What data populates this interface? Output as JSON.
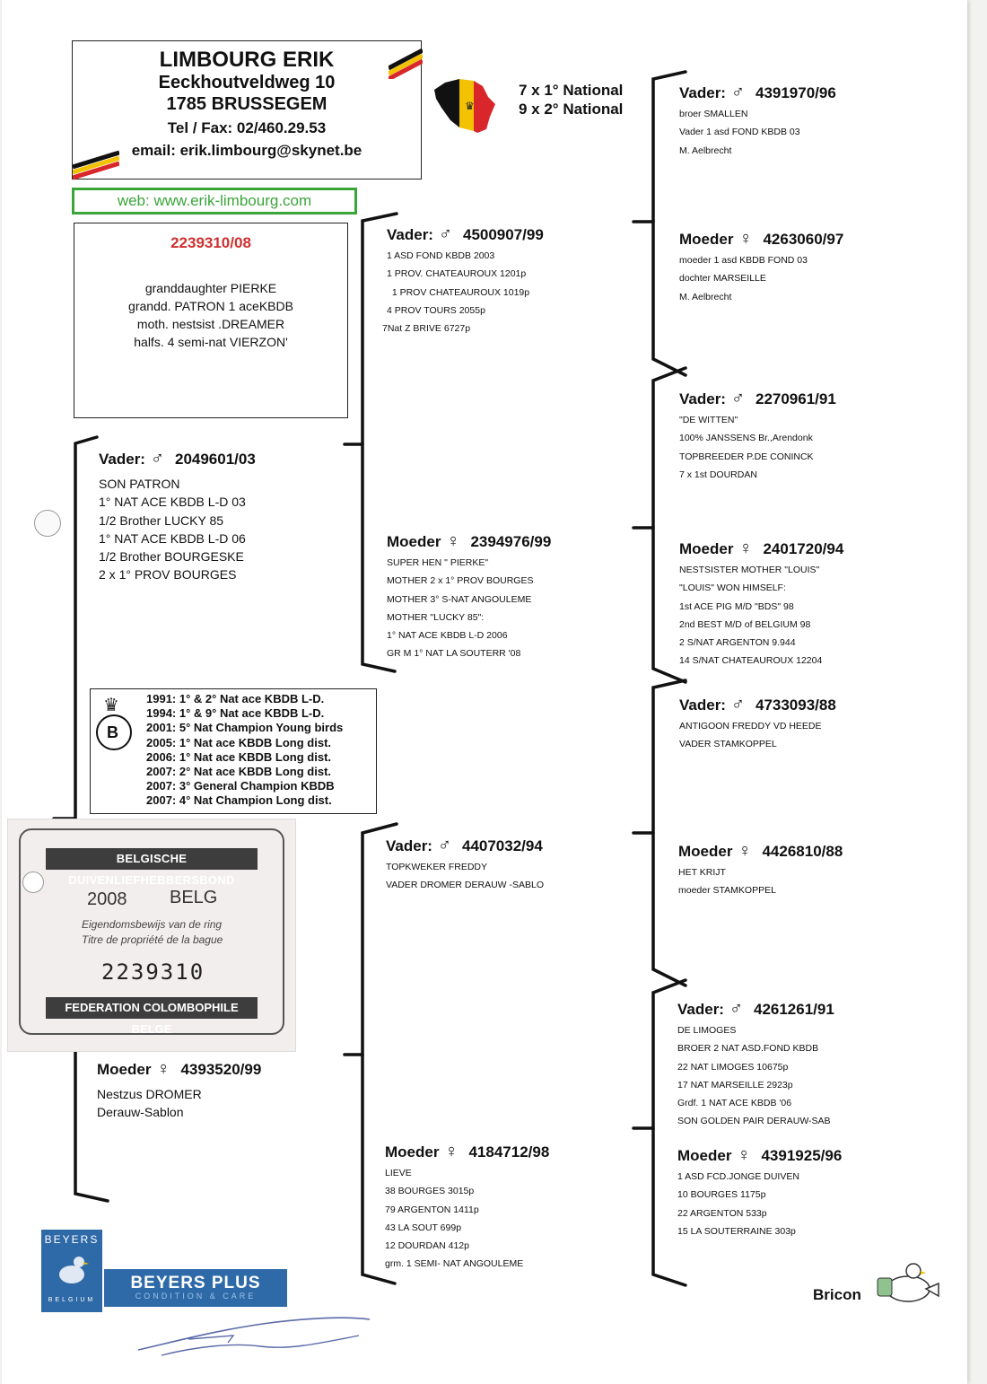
{
  "header": {
    "name": "LIMBOURG ERIK",
    "street": "Eeckhoutveldweg 10",
    "city": "1785 BRUSSEGEM",
    "tel": "Tel / Fax:  02/460.29.53",
    "email": "email: erik.limbourg@skynet.be"
  },
  "web": "web: www.erik-limbourg.com",
  "national": [
    "7 x 1° National",
    "9 x 2° National"
  ],
  "subject": {
    "ring": "2239310/08",
    "notes": [
      "granddaughter PIERKE",
      "grandd. PATRON 1 aceKBDB",
      "moth. nestsist .DREAMER",
      "halfs. 4 semi-nat VIERZON'"
    ]
  },
  "symbols": {
    "male": "♂",
    "female": "♀"
  },
  "gen1": {
    "sire": {
      "role": "Vader:",
      "ring": "2049601/03",
      "lines": [
        "SON PATRON",
        "1° NAT ACE KBDB L-D 03",
        "1/2 Brother LUCKY 85",
        "1° NAT ACE KBDB L-D 06",
        "1/2 Brother BOURGESKE",
        "2 x 1° PROV BOURGES"
      ]
    },
    "dam": {
      "role": "Moeder",
      "ring": "4393520/99",
      "lines": [
        "Nestzus DROMER",
        "Derauw-Sablon"
      ]
    }
  },
  "gen2": [
    {
      "role": "Vader:",
      "sex": "male",
      "ring": "4500907/99",
      "lines": [
        "1 ASD FOND KBDB 2003",
        "1 PROV. CHATEAUROUX 1201p",
        "  1 PROV CHATEAUROUX 1019p",
        "4 PROV TOURS 2055p",
        "7Nat Z BRIVE 6727p"
      ]
    },
    {
      "role": "Moeder",
      "sex": "female",
      "ring": "2394976/99",
      "lines": [
        "SUPER HEN \" PIERKE\"",
        "MOTHER 2 x 1° PROV BOURGES",
        "MOTHER 3° S-NAT ANGOULEME",
        "MOTHER \"LUCKY 85\":",
        "1° NAT ACE KBDB L-D 2006",
        "GR M 1° NAT LA SOUTERR '08"
      ]
    },
    {
      "role": "Vader:",
      "sex": "male",
      "ring": "4407032/94",
      "lines": [
        "TOPKWEKER FREDDY",
        "VADER DROMER DERAUW -SABLO"
      ]
    },
    {
      "role": "Moeder",
      "sex": "female",
      "ring": "4184712/98",
      "lines": [
        "LIEVE",
        "38 BOURGES 3015p",
        "79 ARGENTON 1411p",
        "43 LA SOUT 699p",
        "12 DOURDAN 412p",
        "grm. 1 SEMI- NAT ANGOULEME"
      ]
    }
  ],
  "gen3": [
    {
      "role": "Vader:",
      "sex": "male",
      "ring": "4391970/96",
      "lines": [
        "broer SMALLEN",
        "Vader 1 asd FOND KBDB 03",
        "M. Aelbrecht"
      ]
    },
    {
      "role": "Moeder",
      "sex": "female",
      "ring": "4263060/97",
      "lines": [
        "moeder 1 asd KBDB FOND 03",
        "dochter MARSEILLE",
        "M. Aelbrecht"
      ]
    },
    {
      "role": "Vader:",
      "sex": "male",
      "ring": "2270961/91",
      "lines": [
        "\"DE WITTEN\"",
        "100% JANSSENS Br.,Arendonk",
        "TOPBREEDER P.DE CONINCK",
        "7 x 1st DOURDAN"
      ]
    },
    {
      "role": "Moeder",
      "sex": "female",
      "ring": "2401720/94",
      "lines": [
        "NESTSISTER MOTHER \"LOUIS\"",
        "\"LOUIS\" WON HIMSELF:",
        "1st ACE PIG M/D \"BDS\" 98",
        "2nd BEST M/D of BELGIUM 98",
        "2 S/NAT ARGENTON 9.944",
        "14 S/NAT CHATEAUROUX 12204"
      ]
    },
    {
      "role": "Vader:",
      "sex": "male",
      "ring": "4733093/88",
      "lines": [
        "ANTIGOON FREDDY VD HEEDE",
        "VADER STAMKOPPEL"
      ]
    },
    {
      "role": "Moeder",
      "sex": "female",
      "ring": "4426810/88",
      "lines": [
        "HET KRIJT",
        "moeder STAMKOPPEL"
      ]
    },
    {
      "role": "Vader:",
      "sex": "male",
      "ring": "4261261/91",
      "lines": [
        "DE LIMOGES",
        "BROER 2 NAT ASD.FOND KBDB",
        "22 NAT LIMOGES 10675p",
        "17 NAT  MARSEILLE 2923p",
        "Grdf. 1 NAT ACE KBDB '06",
        "SON GOLDEN PAIR DERAUW-SAB"
      ]
    },
    {
      "role": "Moeder",
      "sex": "female",
      "ring": "4391925/96",
      "lines": [
        "1 ASD FCD.JONGE DUIVEN",
        "10 BOURGES 1175p",
        "22 ARGENTON 533p",
        "15 LA SOUTERRAINE 303p"
      ]
    }
  ],
  "palmares": [
    "1991: 1° & 2° Nat ace KBDB L-D.",
    "1994: 1° & 9° Nat ace KBDB L-D.",
    "2001: 5° Nat Champion Young birds",
    "2005: 1° Nat ace KBDB Long dist.",
    "2006: 1° Nat ace KBDB Long dist.",
    "2007: 2° Nat ace KBDB Long dist.",
    "2007: 3° General Champion KBDB",
    "2007: 4° Nat Champion Long dist."
  ],
  "card": {
    "top": "BELGISCHE DUIVENLIEFHEBBERSBOND",
    "year": "2008",
    "country": "BELG",
    "own_nl": "Eigendomsbewijs van de ring",
    "own_fr": "Titre de propriété de la bague",
    "number": "2239310",
    "bottom": "FEDERATION COLOMBOPHILE BELGE"
  },
  "sponsors": {
    "beyers_logo": "BEYERS",
    "beyers_country": "BELGIUM",
    "beyers_plus": "BEYERS PLUS",
    "beyers_plus_sub": "CONDITION & CARE",
    "bricon": "Bricon"
  },
  "colors": {
    "ring_red": "#d03030",
    "web_green": "#3aa53a",
    "beyers_blue": "#2f6aa8",
    "flag_black": "#111111",
    "flag_yellow": "#f2c200",
    "flag_red": "#d8262b"
  }
}
